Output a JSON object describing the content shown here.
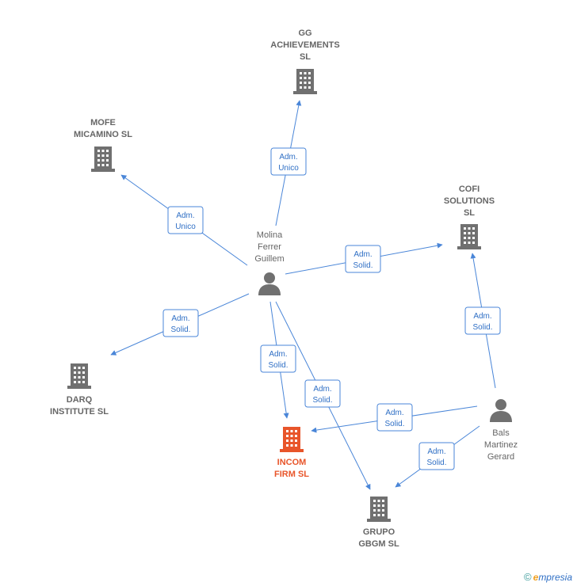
{
  "nodes": [
    {
      "id": "gg",
      "type": "company",
      "label": [
        "GG",
        "ACHIEVEMENTS",
        "SL"
      ]
    },
    {
      "id": "mofe",
      "type": "company",
      "label": [
        "MOFE",
        "MICAMINO SL"
      ]
    },
    {
      "id": "cofi",
      "type": "company",
      "label": [
        "COFI",
        "SOLUTIONS",
        "SL"
      ]
    },
    {
      "id": "darq",
      "type": "company",
      "label": [
        "DARQ",
        "INSTITUTE SL"
      ]
    },
    {
      "id": "incom",
      "type": "company",
      "focus": true,
      "label": [
        "INCOM",
        "FIRM SL"
      ]
    },
    {
      "id": "grupo",
      "type": "company",
      "label": [
        "GRUPO",
        "GBGM SL"
      ]
    },
    {
      "id": "molina",
      "type": "person",
      "label": [
        "Molina",
        "Ferrer",
        "Guillem"
      ]
    },
    {
      "id": "bals",
      "type": "person",
      "label": [
        "Bals",
        "Martinez",
        "Gerard"
      ]
    }
  ],
  "edges": [
    {
      "from": "molina",
      "to": "gg",
      "label": [
        "Adm.",
        "Unico"
      ]
    },
    {
      "from": "molina",
      "to": "mofe",
      "label": [
        "Adm.",
        "Unico"
      ]
    },
    {
      "from": "molina",
      "to": "cofi",
      "label": [
        "Adm.",
        "Solid."
      ]
    },
    {
      "from": "molina",
      "to": "darq",
      "label": [
        "Adm.",
        "Solid."
      ]
    },
    {
      "from": "molina",
      "to": "incom",
      "label": [
        "Adm.",
        "Solid."
      ]
    },
    {
      "from": "molina",
      "to": "grupo",
      "label": [
        "Adm.",
        "Solid."
      ]
    },
    {
      "from": "bals",
      "to": "cofi",
      "label": [
        "Adm.",
        "Solid."
      ]
    },
    {
      "from": "bals",
      "to": "incom",
      "label": [
        "Adm.",
        "Solid."
      ]
    },
    {
      "from": "bals",
      "to": "grupo",
      "label": [
        "Adm.",
        "Solid."
      ]
    }
  ],
  "colors": {
    "edge": "#4a86d8",
    "company": "#707070",
    "focus": "#e8552a",
    "person": "#707070"
  },
  "brand": {
    "copyright": "©",
    "e": "e",
    "rest": "mpresia"
  }
}
